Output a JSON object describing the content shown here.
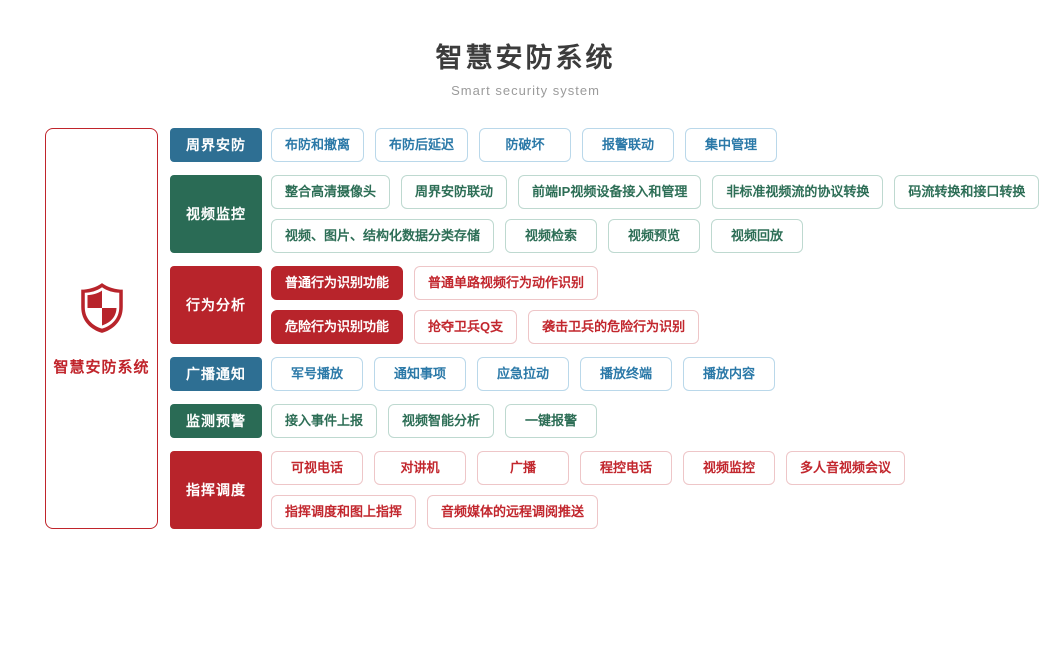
{
  "header": {
    "title": "智慧安防系统",
    "subtitle": "Smart security system"
  },
  "root": {
    "label": "智慧安防系统",
    "icon": "shield-icon"
  },
  "colors": {
    "blue": "#2e6f93",
    "green": "#2a6b55",
    "red": "#b8242b",
    "blue_text": "#2b79a8",
    "green_text": "#2d6e56",
    "red_text": "#c2272e",
    "title_text": "#3c3c3c",
    "subtitle_text": "#9b9b9b"
  },
  "groups": [
    {
      "name": "周界安防",
      "color": "blue",
      "lines": [
        [
          {
            "label": "布防和撤离",
            "filled": false
          },
          {
            "label": "布防后延迟",
            "filled": false
          },
          {
            "label": "防破坏",
            "filled": false
          },
          {
            "label": "报警联动",
            "filled": false
          },
          {
            "label": "集中管理",
            "filled": false
          }
        ]
      ]
    },
    {
      "name": "视频监控",
      "color": "green",
      "lines": [
        [
          {
            "label": "整合高清摄像头",
            "filled": false
          },
          {
            "label": "周界安防联动",
            "filled": false
          },
          {
            "label": "前端IP视频设备接入和管理",
            "filled": false
          },
          {
            "label": "非标准视频流的协议转换",
            "filled": false
          },
          {
            "label": "码流转换和接口转换",
            "filled": false
          }
        ],
        [
          {
            "label": "视频、图片、结构化数据分类存储",
            "filled": false
          },
          {
            "label": "视频检索",
            "filled": false
          },
          {
            "label": "视频预览",
            "filled": false
          },
          {
            "label": "视频回放",
            "filled": false
          }
        ]
      ]
    },
    {
      "name": "行为分析",
      "color": "red",
      "lines": [
        [
          {
            "label": "普通行为识别功能",
            "filled": true
          },
          {
            "label": "普通单路视频行为动作识别",
            "filled": false
          }
        ],
        [
          {
            "label": "危险行为识别功能",
            "filled": true
          },
          {
            "label": "抢夺卫兵Q支",
            "filled": false
          },
          {
            "label": "袭击卫兵的危险行为识别",
            "filled": false
          }
        ]
      ]
    },
    {
      "name": "广播通知",
      "color": "blue",
      "lines": [
        [
          {
            "label": "军号播放",
            "filled": false
          },
          {
            "label": "通知事项",
            "filled": false
          },
          {
            "label": "应急拉动",
            "filled": false
          },
          {
            "label": "播放终端",
            "filled": false
          },
          {
            "label": "播放内容",
            "filled": false
          }
        ]
      ]
    },
    {
      "name": "监测预警",
      "color": "green",
      "lines": [
        [
          {
            "label": "接入事件上报",
            "filled": false
          },
          {
            "label": "视频智能分析",
            "filled": false
          },
          {
            "label": "一键报警",
            "filled": false
          }
        ]
      ]
    },
    {
      "name": "指挥调度",
      "color": "red",
      "lines": [
        [
          {
            "label": "可视电话",
            "filled": false
          },
          {
            "label": "对讲机",
            "filled": false
          },
          {
            "label": "广播",
            "filled": false
          },
          {
            "label": "程控电话",
            "filled": false
          },
          {
            "label": "视频监控",
            "filled": false
          },
          {
            "label": "多人音视频会议",
            "filled": false
          }
        ],
        [
          {
            "label": "指挥调度和图上指挥",
            "filled": false
          },
          {
            "label": "音频媒体的远程调阅推送",
            "filled": false
          }
        ]
      ]
    }
  ]
}
